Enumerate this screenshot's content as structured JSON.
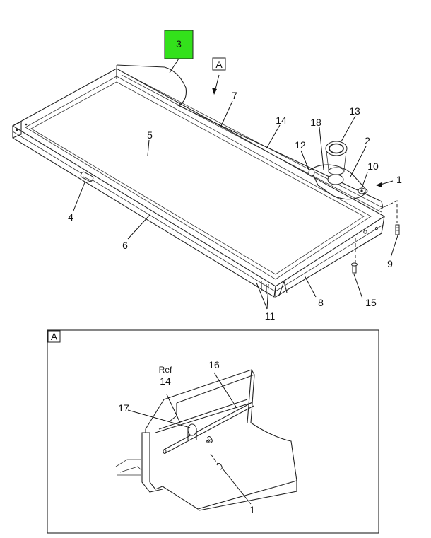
{
  "colors": {
    "highlight": "#33e11b",
    "line": "#222222",
    "background": "#ffffff"
  },
  "highlight_callout": "3",
  "view_marker": "A",
  "detail_view_label": "A",
  "callouts": {
    "n1": "1",
    "n2": "2",
    "n4": "4",
    "n5": "5",
    "n6": "6",
    "n7": "7",
    "n8": "8",
    "n9": "9",
    "n10": "10",
    "n11": "11",
    "n12": "12",
    "n13": "13",
    "n14": "14",
    "n15": "15",
    "n18": "18"
  },
  "detail_callouts": {
    "ref_word": "Ref",
    "ref_number": "14",
    "n16": "16",
    "n17": "17",
    "n1": "1"
  }
}
